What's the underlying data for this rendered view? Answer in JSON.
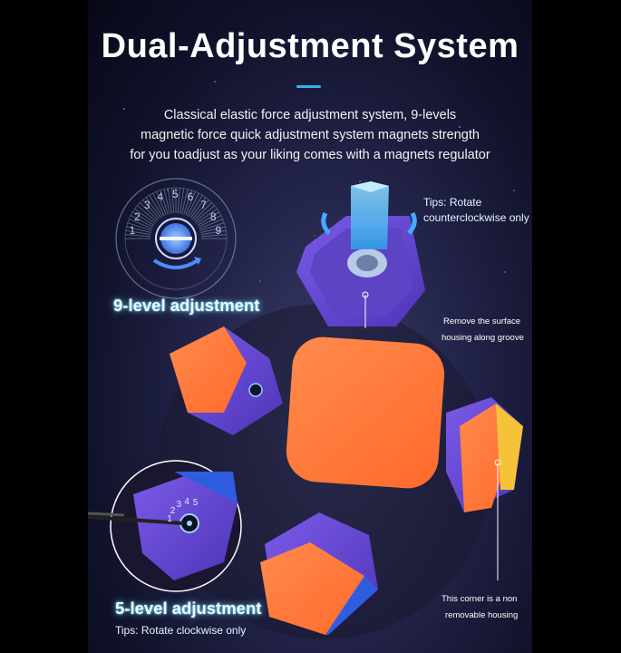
{
  "header": {
    "title": "Dual-Adjustment System",
    "description_lines": [
      "Classical elastic force adjustment system,   9-levels",
      "magnetic force quick adjustment system magnets strength",
      "for you toadjust as your liking comes with a magnets regulator"
    ]
  },
  "dial": {
    "numbers": [
      "1",
      "2",
      "3",
      "4",
      "5",
      "6",
      "7",
      "8",
      "9"
    ],
    "label": "9-level adjustment"
  },
  "regulator": {
    "tips_line1": "Tips:  Rotate",
    "tips_line2": "counterclockwise only",
    "remove_line1": "Remove the surface",
    "remove_line2": "housing along groove"
  },
  "five_level": {
    "label": "5-level adjustment",
    "tips": "Tips:  Rotate clockwise only",
    "numbers": [
      "1",
      "2",
      "3",
      "4",
      "5"
    ]
  },
  "corner_note": {
    "line1": "This corner is a non",
    "line2": "removable housing"
  },
  "colors": {
    "orange": "#ff7a3c",
    "purple": "#6a4fd6",
    "blue": "#2f5de0",
    "accent": "#3db0ee",
    "glow": "#8fe7ff"
  }
}
